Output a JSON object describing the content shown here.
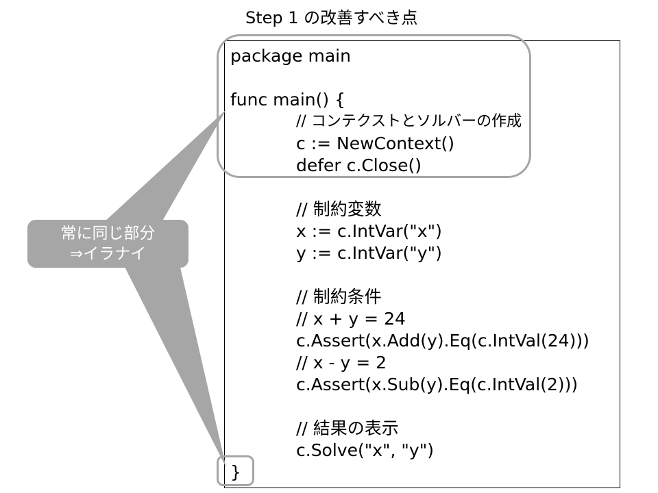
{
  "title": "Step 1 の改善すべき点",
  "code_lines": [
    "package main",
    "func main() {",
    "// コンテクストとソルバーの作成",
    "c := NewContext()",
    "defer c.Close()",
    "// 制約変数",
    "x := c.IntVar(\"x\")",
    "y := c.IntVar(\"y\")",
    "// 制約条件",
    "// x + y = 24",
    "c.Assert(x.Add(y).Eq(c.IntVal(24)))",
    "// x - y = 2",
    "c.Assert(x.Sub(y).Eq(c.IntVal(2)))",
    "// 結果の表示",
    "c.Solve(\"x\", \"y\")",
    "}"
  ],
  "callout": {
    "line1": "常に同じ部分",
    "line2": "⇒イラナイ"
  },
  "colors": {
    "highlight": "#a6a6a6",
    "callout_bg": "#a6a6a6",
    "callout_text": "#ffffff",
    "code_border": "#000000"
  }
}
